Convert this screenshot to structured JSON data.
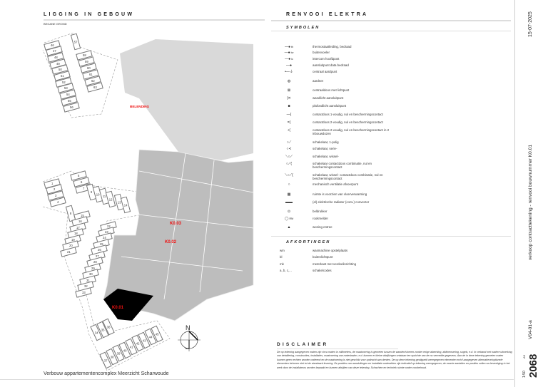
{
  "left": {
    "title": "LIGGING IN GEBOUW",
    "subtitle": "BEGANE GROND",
    "belending": "BELENDING",
    "units": [
      "K0.03",
      "K0.02",
      "K0.01"
    ],
    "parking_groups": [
      [
        "46",
        "47",
        "48",
        "49",
        "50",
        "51",
        "52",
        "53",
        "54",
        "55",
        "56"
      ],
      [
        "57"
      ],
      [
        "58",
        "59",
        "60",
        "61",
        "62",
        "63"
      ],
      [
        "1",
        "2",
        "3",
        "4"
      ],
      [
        "5",
        "6",
        "7"
      ],
      [
        "8"
      ],
      [
        "9",
        "10",
        "11",
        "12"
      ],
      [
        "13",
        "14"
      ],
      [
        "15",
        "16",
        "17",
        "18",
        "19",
        "20",
        "21"
      ],
      [
        "22",
        "23",
        "24",
        "25",
        "26",
        "27",
        "28",
        "29",
        "30",
        "31",
        "32",
        "33"
      ],
      [
        "34",
        "35",
        "36"
      ],
      [
        "37",
        "38",
        "39",
        "40",
        "41",
        "42",
        "43",
        "44",
        "45"
      ]
    ],
    "north": "N",
    "project": "Verbouw appartementencomplex Meerzicht Scharwoude"
  },
  "right": {
    "title": "RENVOOI ELEKTRA",
    "symbols_header": "SYMBOLEN",
    "symbols": [
      {
        "icon": "thermostat-wire-icon",
        "tag": "th",
        "label": "thermostaatleiding, bedraad"
      },
      {
        "icon": "outdoor-sensor-icon",
        "tag": "bv",
        "label": "buitenvoeler"
      },
      {
        "icon": "intercom-icon",
        "tag": "ic",
        "label": "intercom hoofdpost"
      },
      {
        "icon": "data-point-icon",
        "tag": "",
        "label": "aansluitpunt data bedraad"
      },
      {
        "icon": "ground-point-icon",
        "tag": "",
        "label": "centraal aardpunt"
      },
      {
        "icon": "ground-mesh-icon",
        "tag": "",
        "label": "aardnet"
      },
      {
        "icon": "ceiling-box-light-icon",
        "tag": "",
        "label": "centraaldoos met lichtpunt"
      },
      {
        "icon": "wall-light-icon",
        "tag": "",
        "label": "wandlicht aansluitpunt"
      },
      {
        "icon": "ceiling-light-icon",
        "tag": "",
        "label": "plafondlicht aansluitpunt"
      },
      {
        "icon": "socket-single-icon",
        "tag": "",
        "label": "contactdoos 1-voudig, nul en beschermingscontact"
      },
      {
        "icon": "socket-double-icon",
        "tag": "",
        "label": "contactdoos 2-voudig, nul en beschermingscontact"
      },
      {
        "icon": "socket-double-split-icon",
        "tag": "",
        "label": "contactdoos 2-voudig, nul en beschermingscontact in 2 inbouwdozen"
      },
      {
        "icon": "switch-single-icon",
        "tag": "",
        "label": "schakelaar, 1-polig"
      },
      {
        "icon": "switch-series-icon",
        "tag": "",
        "label": "schakelaar, serie-"
      },
      {
        "icon": "switch-twoway-icon",
        "tag": "",
        "label": "schakelaar, wissel-"
      },
      {
        "icon": "switch-socket-combo-icon",
        "tag": "",
        "label": "schakelaar contactdoos combinatie, nul en beschermingscontact"
      },
      {
        "icon": "switch-twoway-socket-combo-icon",
        "tag": "",
        "label": "schakelaar, wissel- contactdoos combinatie, nul en beschermingscontact"
      },
      {
        "icon": "ventilation-icon",
        "tag": "",
        "label": "mechanisch ventilatie afvoerpunt"
      },
      {
        "icon": "floor-heating-icon",
        "tag": "",
        "label": "ruimte is voorzien van vloerverwarming"
      },
      {
        "icon": "radiator-icon",
        "tag": "",
        "label": "(el) elektrische radiator (conv.) convector"
      },
      {
        "icon": "doorbell-icon",
        "tag": "",
        "label": "beldrukker"
      },
      {
        "icon": "smoke-detector-icon",
        "tag": "RM",
        "label": "rookmelder"
      },
      {
        "icon": "entrance-icon",
        "tag": "",
        "label": "woning entree"
      }
    ],
    "abbr_header": "AFKORTINGEN",
    "abbreviations": [
      {
        "abbr": "wm",
        "label": "wasmachine opstelplaats"
      },
      {
        "abbr": "bl",
        "label": "buitenlichtpunt"
      },
      {
        "abbr": "mk",
        "label": "meterkast met verdeelinrichting"
      },
      {
        "abbr": "a, b, c,...",
        "label": "schakelcodes"
      }
    ],
    "disclaimer_header": "DISCLAIMER",
    "disclaimer": "De op tekening aangegeven maten zijn circa maten in millimeters, de maatvoering is gemeten tussen de wanden/vloeren zonder enige afwerking, afdimensering, sogels, e.d. In verband met nadere uitwerking van detaillering, constructies, installaties, maatvoering van materiaalen, e.d. kunnen er kleine afwijkingen ontstaan ten opzichte van de nu vermelde gegevens. Aan de in deze tekening gemeten maten kunnen geen rechten worden ontleend en de maatvoering is niet geschikt voor opdracht aan derden. De op deze tekening gestippeld weergegeven elementen en/of aangegeven alternatieve/optionele elementen behoren niet tot de standaard levering. De posities van aansluitingen en installatie onderdelen zijn indicatief op tekening weergegeven, de exacte aantallen en posities zullen na bevestiging in het werk door de installateurs worden bepaald en kunnen afwijken van deze tekening. Schachten en techniek ruimte onder voorbehoud."
  },
  "titleblock": {
    "date": "15-07-2025",
    "description": "verkoop contracttekening - renvooi bouwnummer K0.01",
    "version": "V04-01-a",
    "scale": "1:50",
    "format": "A3",
    "number": "2068"
  }
}
